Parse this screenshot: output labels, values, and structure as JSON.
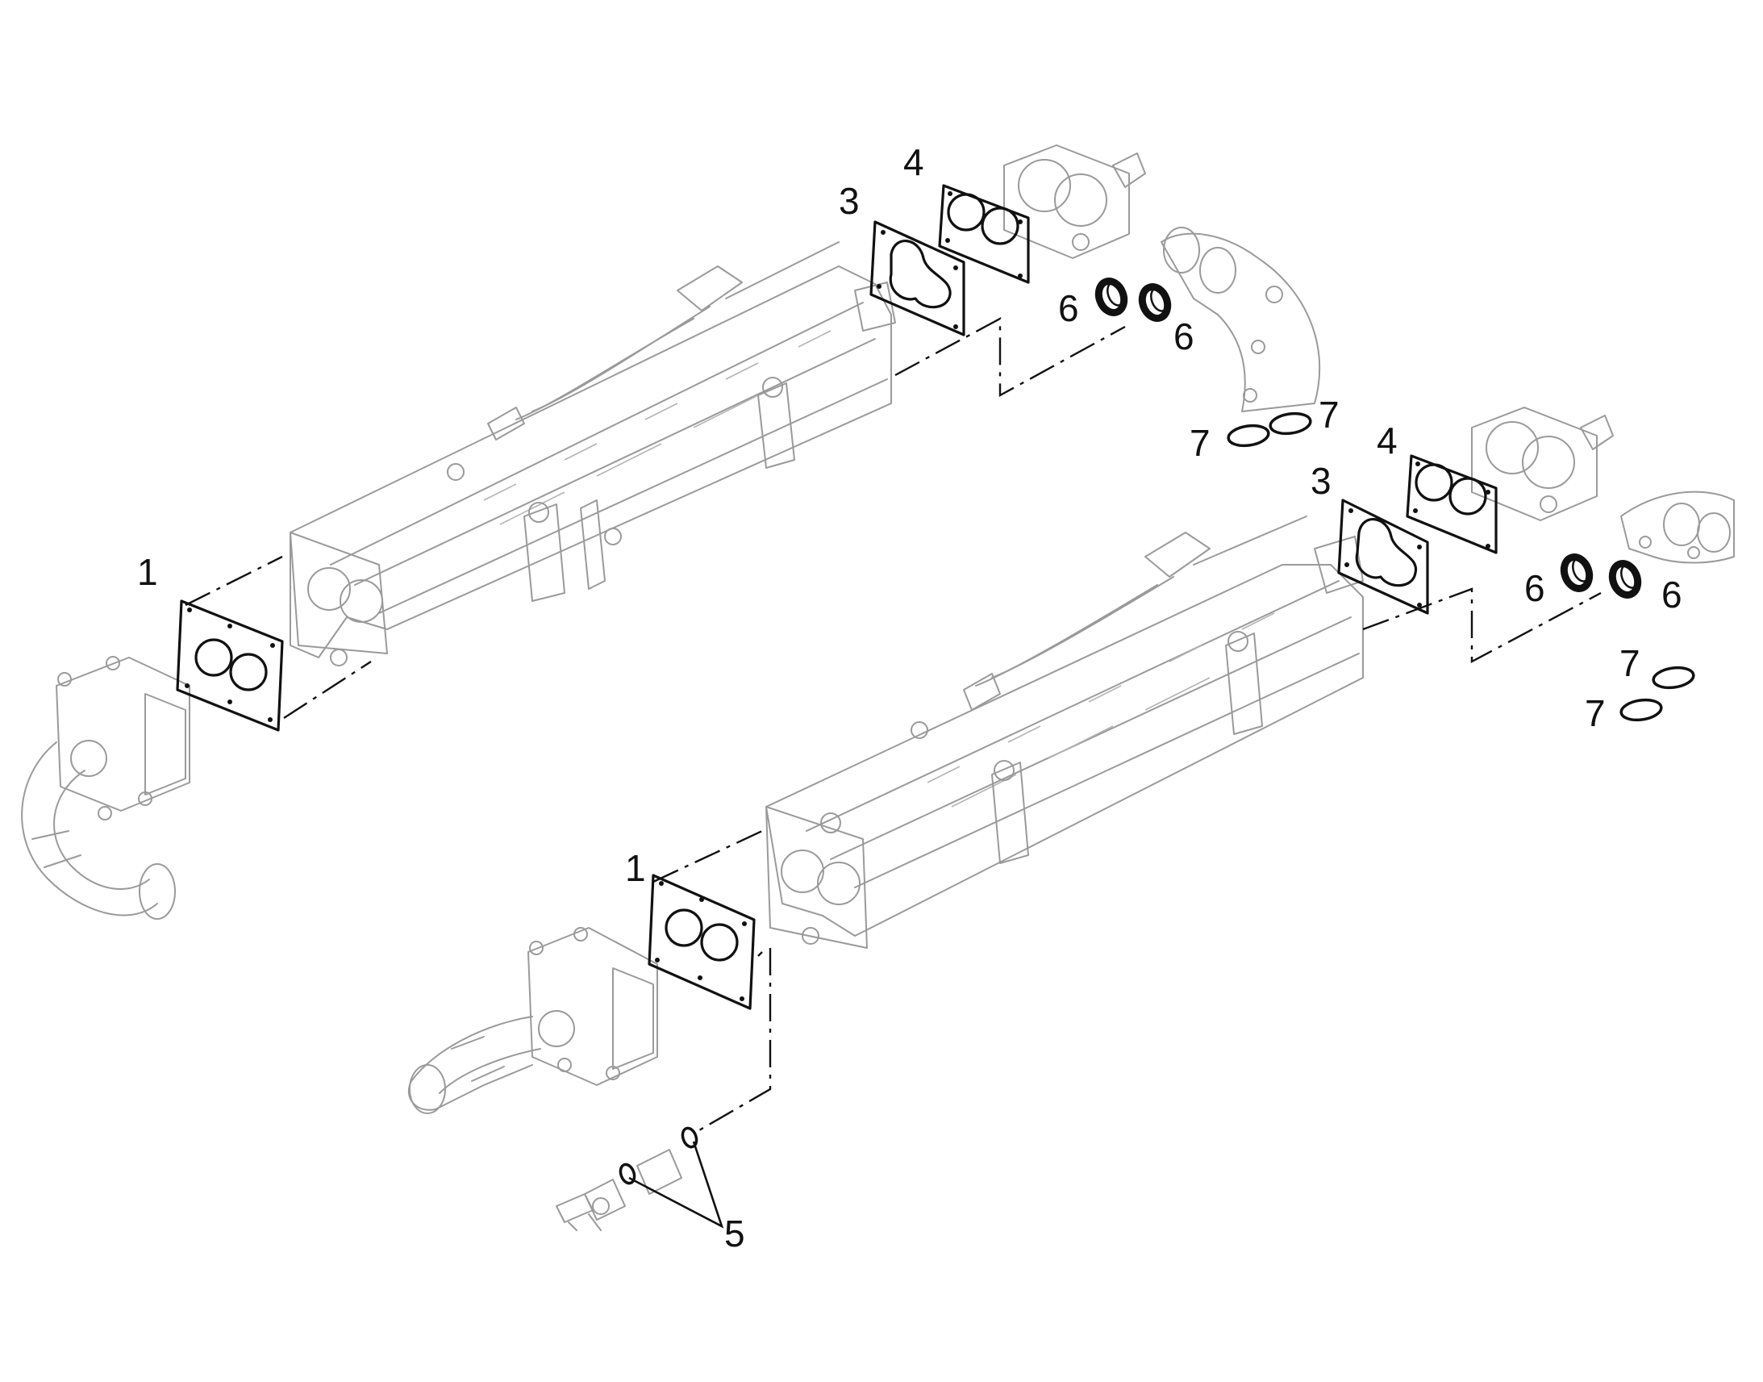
{
  "callouts": {
    "c1_left": "1",
    "c1_right": "1",
    "c3_top": "3",
    "c3_right": "3",
    "c4_top": "4",
    "c4_right": "4",
    "c5": "5",
    "c6_a": "6",
    "c6_b": "6",
    "c6_c": "6",
    "c6_d": "6",
    "c7_a": "7",
    "c7_b": "7",
    "c7_c": "7",
    "c7_d": "7"
  },
  "colors": {
    "outline": "#9a9a9a",
    "highlight": "#111111",
    "background": "#ffffff"
  }
}
